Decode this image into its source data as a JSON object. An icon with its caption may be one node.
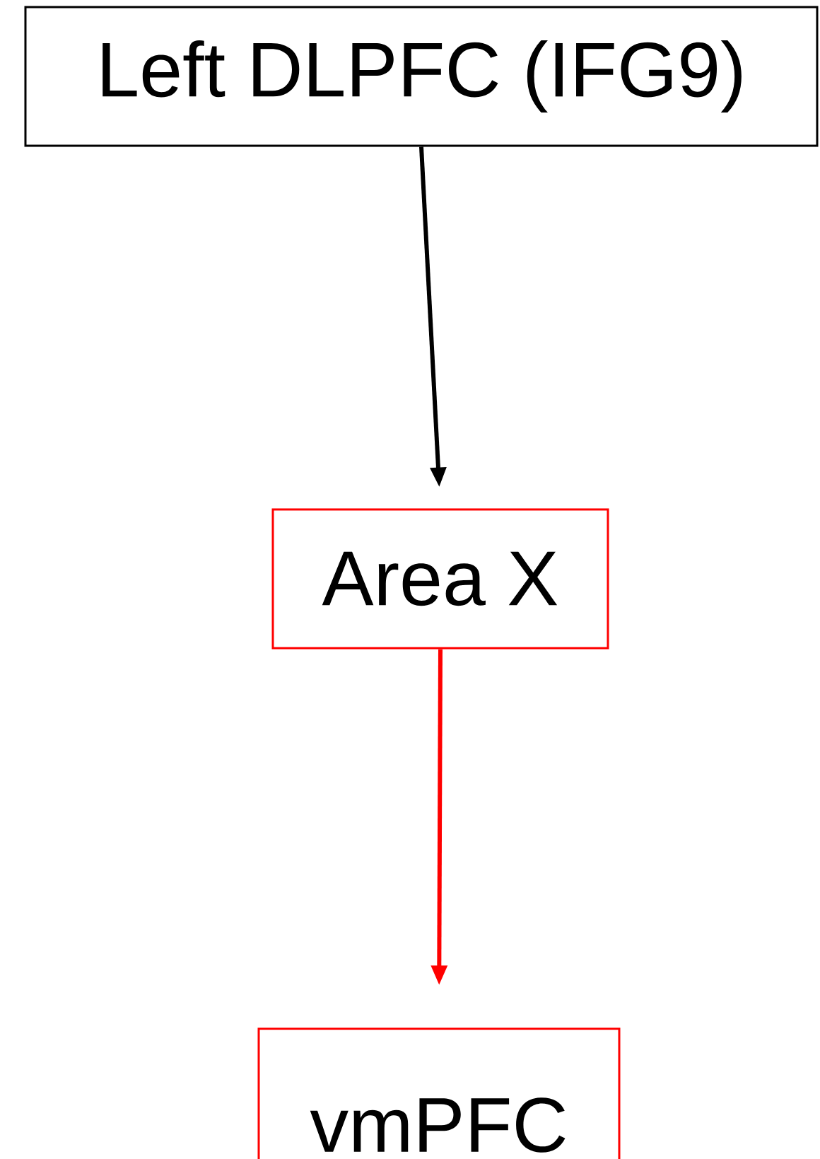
{
  "diagram": {
    "nodes": [
      {
        "text": [
          "Left DLPFC (IFG9)"
        ]
      },
      {
        "text": [
          "Area X"
        ]
      },
      {
        "text": [
          "vmPFC"
        ]
      }
    ],
    "edges": [
      {
        "from": 0,
        "to": 1,
        "arrow": "to"
      },
      {
        "from": 1,
        "to": 2,
        "arrow": "to",
        "color": "#ff0000"
      }
    ]
  }
}
